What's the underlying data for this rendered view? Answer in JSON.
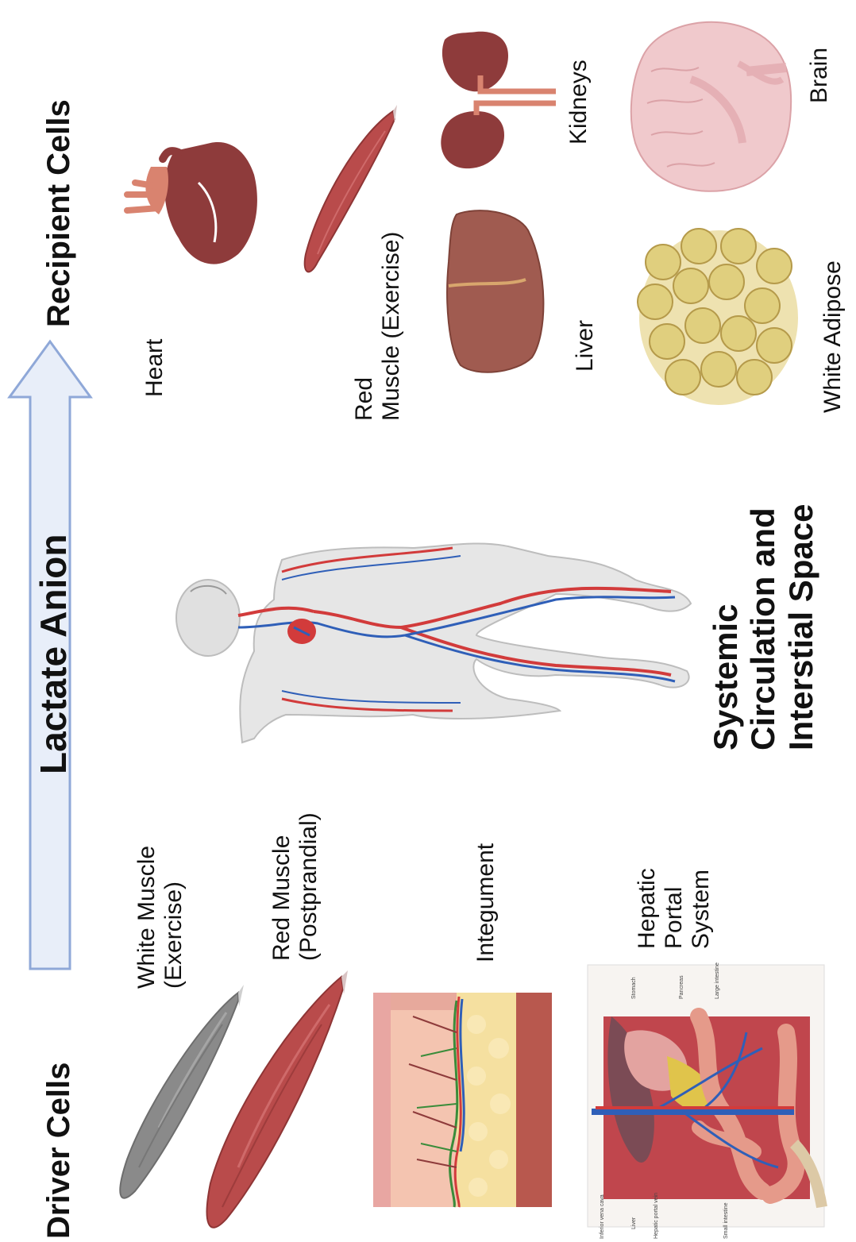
{
  "headings": {
    "driver": "Driver Cells",
    "recipient": "Recipient Cells",
    "arrow": "Lactate Anion",
    "center": "Systemic\nCirculation and\nInterstial Space"
  },
  "drivers": {
    "white_muscle": "White Muscle\n(Exercise)",
    "red_muscle": "Red Muscle\n(Postprandial)",
    "integument": "Integument",
    "hepatic": "Hepatic\nPortal\nSystem"
  },
  "recipients": {
    "heart": "Heart",
    "red_muscle": "Red\nMuscle (Exercise)",
    "liver": "Liver",
    "kidneys": "Kidneys",
    "white_adipose": "White Adipose",
    "brain": "Brain"
  },
  "hepatic_labels": {
    "ivc": "Inferior vena cava",
    "liver": "Liver",
    "portal": "Hepatic portal vein",
    "small": "Small intestine",
    "stomach": "Stomach",
    "pancreas": "Pancreas",
    "large": "Large intestine"
  },
  "colors": {
    "arrow_fill": "#e8eef9",
    "arrow_stroke": "#8fa8d8",
    "muscle_red": "#b94b4b",
    "muscle_gray": "#8a8a8a",
    "organ": "#8e3b3b",
    "adipose": "#e0cf7e",
    "brain": "#f0c9cc",
    "artery": "#d73a3a",
    "vein": "#2f5fb8"
  }
}
